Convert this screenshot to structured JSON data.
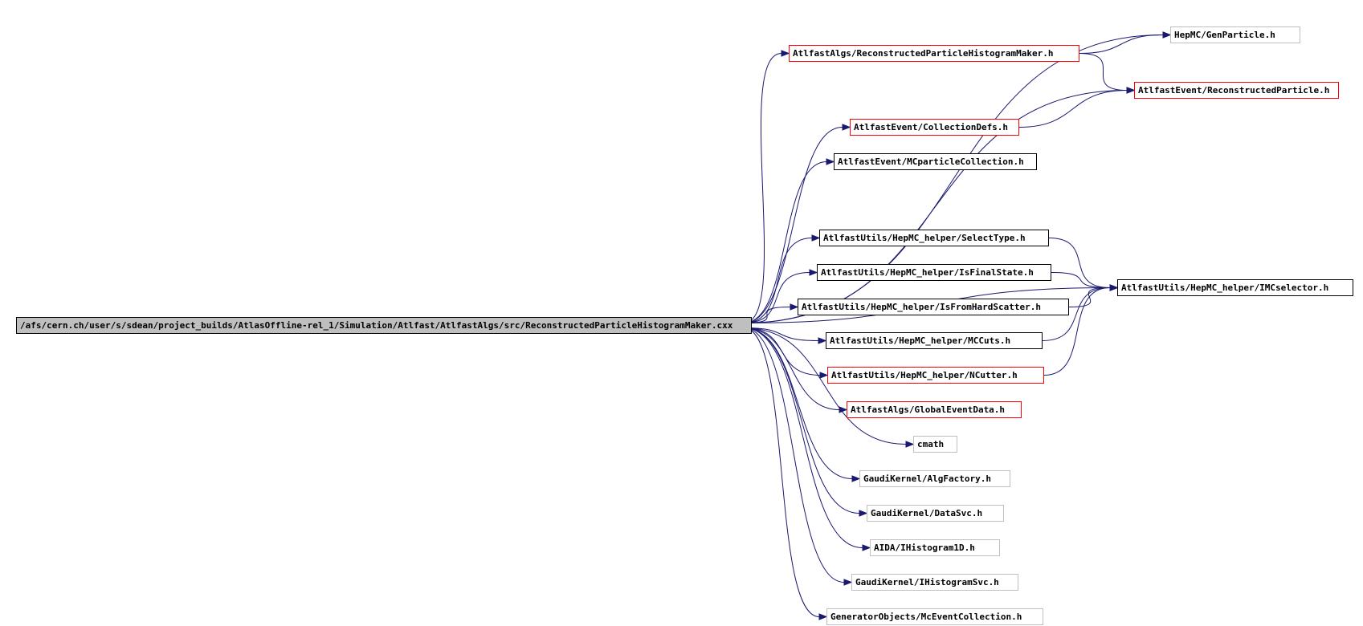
{
  "root": {
    "label": "/afs/cern.ch/user/s/sdean/project_builds/AtlasOffline-rel_1/Simulation/Atlfast/AtlfastAlgs/src/ReconstructedParticleHistogramMaker.cxx"
  },
  "colors": {
    "edge": "#191970",
    "documented_border": "#ff0000",
    "external_border": "#bfbfbf",
    "root_fill": "#bfbfbf"
  },
  "nodes": [
    {
      "id": "genparticle",
      "label": "HepMC/GenParticle.h",
      "style": "gray"
    },
    {
      "id": "rphm",
      "label": "AtlfastAlgs/ReconstructedParticleHistogramMaker.h",
      "style": "red"
    },
    {
      "id": "recpart",
      "label": "AtlfastEvent/ReconstructedParticle.h",
      "style": "red"
    },
    {
      "id": "colldefs",
      "label": "AtlfastEvent/CollectionDefs.h",
      "style": "red"
    },
    {
      "id": "mcpcoll",
      "label": "AtlfastEvent/MCparticleCollection.h",
      "style": "black"
    },
    {
      "id": "seltype",
      "label": "AtlfastUtils/HepMC_helper/SelectType.h",
      "style": "black"
    },
    {
      "id": "isfinal",
      "label": "AtlfastUtils/HepMC_helper/IsFinalState.h",
      "style": "black"
    },
    {
      "id": "imcsel",
      "label": "AtlfastUtils/HepMC_helper/IMCselector.h",
      "style": "black"
    },
    {
      "id": "ishard",
      "label": "AtlfastUtils/HepMC_helper/IsFromHardScatter.h",
      "style": "black"
    },
    {
      "id": "mccuts",
      "label": "AtlfastUtils/HepMC_helper/MCCuts.h",
      "style": "black"
    },
    {
      "id": "ncutter",
      "label": "AtlfastUtils/HepMC_helper/NCutter.h",
      "style": "red"
    },
    {
      "id": "globalevt",
      "label": "AtlfastAlgs/GlobalEventData.h",
      "style": "red"
    },
    {
      "id": "cmath",
      "label": "cmath",
      "style": "gray"
    },
    {
      "id": "algfactory",
      "label": "GaudiKernel/AlgFactory.h",
      "style": "gray"
    },
    {
      "id": "datasvc",
      "label": "GaudiKernel/DataSvc.h",
      "style": "gray"
    },
    {
      "id": "ihist1d",
      "label": "AIDA/IHistogram1D.h",
      "style": "gray"
    },
    {
      "id": "ihistsvc",
      "label": "GaudiKernel/IHistogramSvc.h",
      "style": "gray"
    },
    {
      "id": "mcevtcoll",
      "label": "GeneratorObjects/McEventCollection.h",
      "style": "gray"
    }
  ],
  "edges": [
    [
      "root",
      "genparticle"
    ],
    [
      "root",
      "rphm"
    ],
    [
      "root",
      "recpart"
    ],
    [
      "root",
      "colldefs"
    ],
    [
      "root",
      "mcpcoll"
    ],
    [
      "root",
      "imcsel"
    ],
    [
      "root",
      "seltype"
    ],
    [
      "root",
      "isfinal"
    ],
    [
      "root",
      "ishard"
    ],
    [
      "root",
      "mccuts"
    ],
    [
      "root",
      "ncutter"
    ],
    [
      "root",
      "globalevt"
    ],
    [
      "root",
      "cmath"
    ],
    [
      "root",
      "algfactory"
    ],
    [
      "root",
      "datasvc"
    ],
    [
      "root",
      "ihist1d"
    ],
    [
      "root",
      "ihistsvc"
    ],
    [
      "root",
      "mcevtcoll"
    ],
    [
      "rphm",
      "genparticle"
    ],
    [
      "rphm",
      "recpart"
    ],
    [
      "colldefs",
      "recpart"
    ],
    [
      "seltype",
      "imcsel"
    ],
    [
      "isfinal",
      "imcsel"
    ],
    [
      "ishard",
      "imcsel"
    ],
    [
      "mccuts",
      "imcsel"
    ],
    [
      "ncutter",
      "imcsel"
    ]
  ]
}
